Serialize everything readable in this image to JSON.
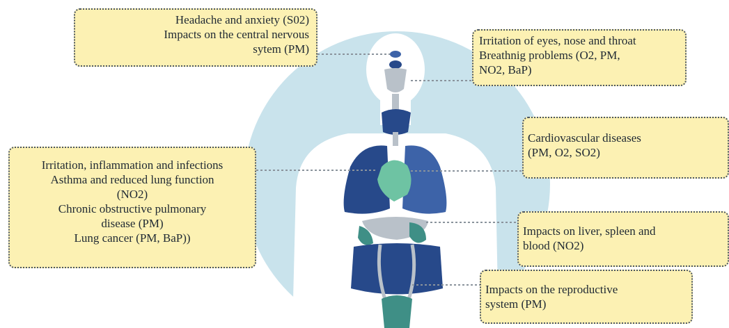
{
  "colors": {
    "background": "#ffffff",
    "halo": "#c9e3ec",
    "body_silhouette": "#ffffff",
    "organ_dark_blue": "#27498a",
    "organ_mid_blue": "#3d63a8",
    "organ_green": "#6ec3a3",
    "organ_teal": "#3f8f86",
    "organ_grey": "#b9c1c9",
    "box_fill": "#fcf1b3",
    "box_border": "#4a5561",
    "leader_line": "#8a939c"
  },
  "annotations": {
    "brain": [
      "Headache and anxiety (S02)",
      "Impacts on the central nervous",
      "sytem (PM)"
    ],
    "eyes_throat": [
      "Irritation of eyes, nose and throat",
      "Breathnig problems (O2, PM,",
      "NO2, BaP)"
    ],
    "heart": [
      "Cardiovascular diseases",
      "(PM, O2, SO2)"
    ],
    "lungs": [
      "Irritation, inflammation and infections",
      "Asthma and reduced lung function",
      "(NO2)",
      "Chronic obstructive pulmonary",
      "disease (PM)",
      "Lung cancer (PM, BaP))"
    ],
    "liver": [
      "Impacts on liver, spleen and",
      "blood (NO2)"
    ],
    "reproductive": [
      "Impacts on the reproductive",
      "system (PM)"
    ]
  }
}
